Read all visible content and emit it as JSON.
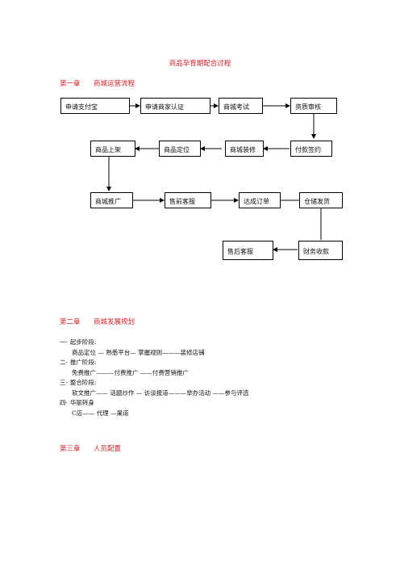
{
  "title": "商品孕育期配合过程",
  "chapter1": {
    "num": "第一章",
    "name": "商城运营流程"
  },
  "chapter2": {
    "num": "第二章",
    "name": "商城发展规划"
  },
  "chapter3": {
    "num": "第三章",
    "name": "人员配置"
  },
  "flow": {
    "row1": [
      "申请支付宝",
      "申请商家认证",
      "商城考试",
      "资质审核"
    ],
    "row2": [
      "商品上架",
      "商品定位",
      "商城装修",
      "付款签约"
    ],
    "row3": [
      "商城推广",
      "售前客服",
      "达成订单",
      "仓储发货"
    ],
    "row4": [
      "售后客服",
      "财务收款"
    ]
  },
  "outline": [
    {
      "bullet": "一·",
      "stage": "起步阶段:",
      "detail": "商品定位 — 熟悉平台— 掌握规则———装修店铺"
    },
    {
      "bullet": "二·",
      "stage": "推广阶段:",
      "detail": "免费推广———付费推广 ——付费营销推广"
    },
    {
      "bullet": "三·",
      "stage": "整合阶段:",
      "detail": "软文推广—— 话题炒作 — 访谈报道———举办活动 ——参与评选"
    },
    {
      "bullet": "四·",
      "stage": "华丽转身",
      "detail": "C店—— 代理 —渠道"
    }
  ]
}
